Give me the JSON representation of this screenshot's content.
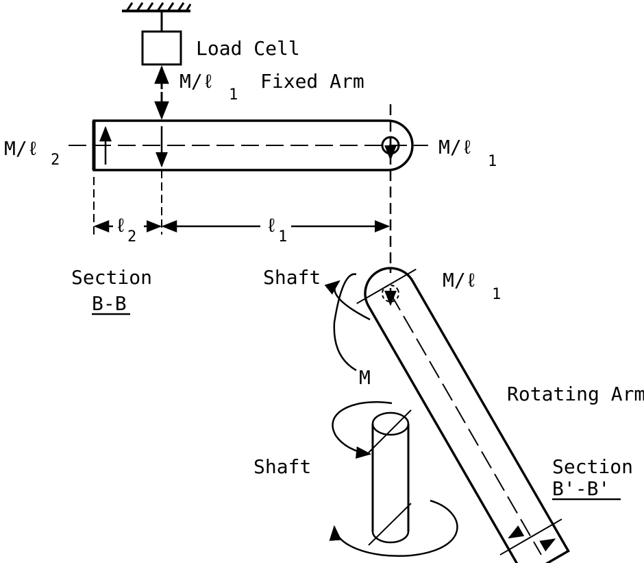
{
  "labels": {
    "load_cell": "Load Cell",
    "fixed_arm": "Fixed Arm",
    "force_top": "M/ℓ",
    "force_top_sub": "1",
    "force_left": "M/ℓ",
    "force_left_sub": "2",
    "force_right": "M/ℓ",
    "force_right_sub": "1",
    "dim_l2": "ℓ",
    "dim_l2_sub": "2",
    "dim_l1": "ℓ",
    "dim_l1_sub": "1",
    "section_bb": "Section",
    "section_bb_id": "B-B",
    "shaft_top": "Shaft",
    "force_rot": "M/ℓ",
    "force_rot_sub": "1",
    "moment": "M",
    "rotating_arm": "Rotating Arm",
    "section_b2": "Section",
    "section_b2_id": "B'-B'",
    "shaft_bottom": "Shaft"
  }
}
